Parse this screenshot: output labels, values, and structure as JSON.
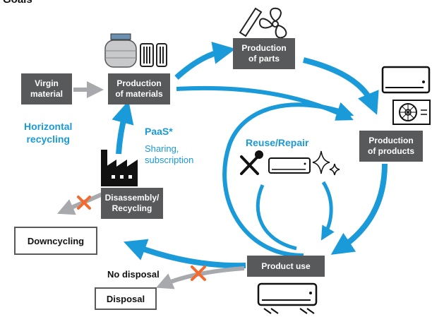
{
  "title": "Goals",
  "nodes": {
    "virgin_material": "Virgin\nmaterial",
    "production_of_materials": "Production\nof materials",
    "production_of_parts": "Production\nof parts",
    "production_of_products": "Production\nof products",
    "product_use": "Product use",
    "disassembly_recycling": "Disassembly/\nRecycling",
    "downcycling": "Downcycling",
    "disposal": "Disposal"
  },
  "labels": {
    "horizontal_recycling": "Horizontal\nrecycling",
    "paas": "PaaS*",
    "paas_detail": "Sharing,\nsubscription",
    "reuse_repair": "Reuse/Repair",
    "no_disposal": "No disposal"
  },
  "icons": [
    "gas-cylinder-icon",
    "material-canisters-icon",
    "rod-icon",
    "fan-icon",
    "air-conditioner-icon",
    "fan-panel-icon",
    "factory-icon",
    "tools-icon",
    "sparkle-icon",
    "cross-mark-icon"
  ],
  "colors": {
    "arrow_blue": "#1a9ad9",
    "box_gray": "#58595b",
    "arrow_gray": "#a7a9ac",
    "cross_orange": "#f26a2e"
  }
}
